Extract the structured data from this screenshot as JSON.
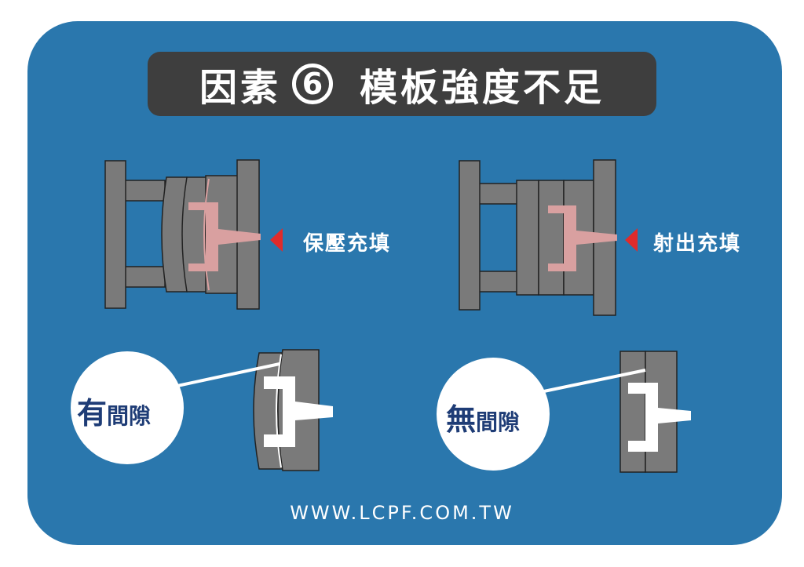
{
  "title": {
    "prefix": "因素",
    "number": "6",
    "text": "模板強度不足"
  },
  "diagrams": {
    "top_left_label": "保壓充填",
    "top_right_label": "射出充填"
  },
  "callouts": {
    "left": {
      "emphasis": "有",
      "rest": "間隙"
    },
    "right": {
      "emphasis": "無",
      "rest": "間隙"
    }
  },
  "footer": {
    "url": "WWW.LCPF.COM.TW"
  },
  "colors": {
    "background": "#2a77ad",
    "title_bar": "#3e3e3e",
    "mold_gray": "#7a7a7a",
    "resin_pink": "#d9a0a0",
    "arrow_red": "#e02b2b",
    "callout_text": "#1e3c76"
  }
}
